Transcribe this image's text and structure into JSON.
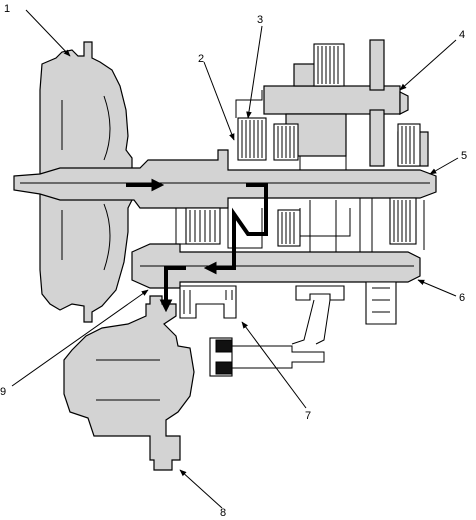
{
  "callouts": [
    {
      "id": "1",
      "label": "1"
    },
    {
      "id": "2",
      "label": "2"
    },
    {
      "id": "3",
      "label": "3"
    },
    {
      "id": "4",
      "label": "4"
    },
    {
      "id": "5",
      "label": "5"
    },
    {
      "id": "6",
      "label": "6"
    },
    {
      "id": "7",
      "label": "7"
    },
    {
      "id": "8",
      "label": "8"
    },
    {
      "id": "9",
      "label": "9"
    }
  ],
  "colors": {
    "part_fill": "#d3d3d3",
    "outline": "#000000",
    "power_flow_arrow": "#000000",
    "background": "#ffffff"
  }
}
